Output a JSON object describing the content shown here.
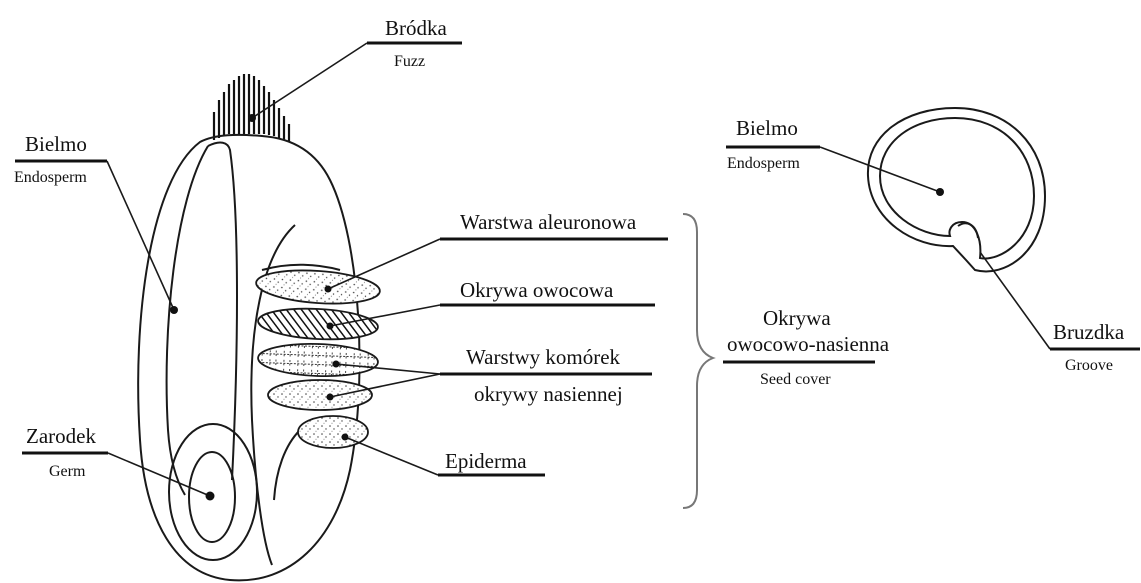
{
  "labels": {
    "fuzz": {
      "pl": "Bródka",
      "en": "Fuzz"
    },
    "endosperm_left": {
      "pl": "Bielmo",
      "en": "Endosperm"
    },
    "germ": {
      "pl": "Zarodek",
      "en": "Germ"
    },
    "aleurone": {
      "pl": "Warstwa aleuronowa"
    },
    "pericarp": {
      "pl": "Okrywa owocowa"
    },
    "seed_coat_cells": {
      "pl_line1": "Warstwy komórek",
      "pl_line2": "okrywy nasiennej"
    },
    "epidermis": {
      "pl": "Epiderma"
    },
    "seed_cover": {
      "pl_line1": "Okrywa",
      "pl_line2": "owocowo-nasienna",
      "en": "Seed cover"
    },
    "endosperm_right": {
      "pl": "Bielmo",
      "en": "Endosperm"
    },
    "groove": {
      "pl": "Bruzdka",
      "en": "Groove"
    }
  }
}
